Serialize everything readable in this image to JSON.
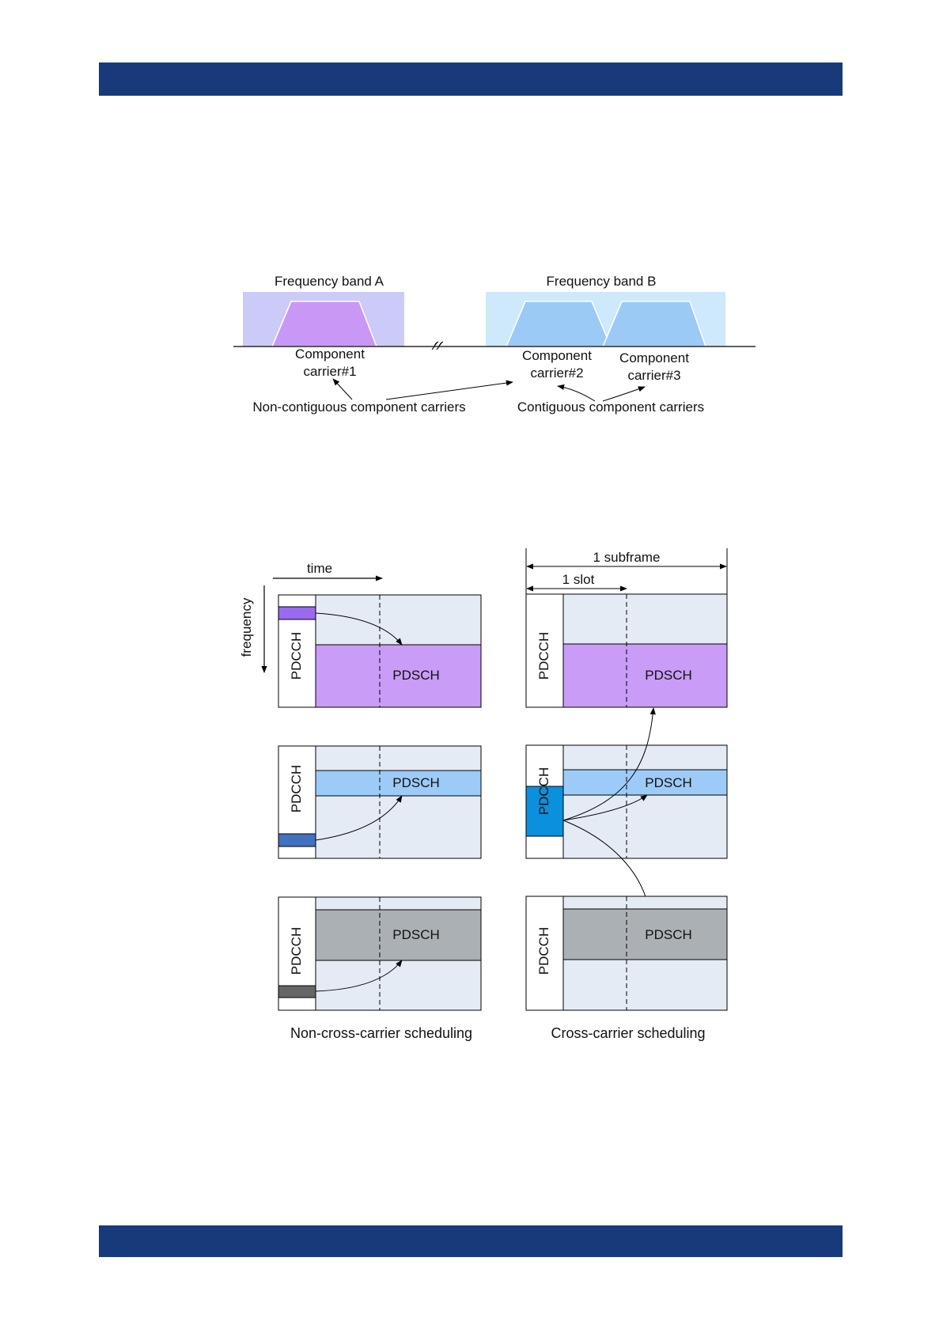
{
  "page": {
    "header_color": "#173a7a",
    "footer_color": "#173a7a"
  },
  "figure1": {
    "band_a": "Frequency band A",
    "band_b": "Frequency band B",
    "cc1": [
      "Component",
      "carrier#1"
    ],
    "cc2": [
      "Component",
      "carrier#2"
    ],
    "cc3": [
      "Component",
      "carrier#3"
    ],
    "noncontig": "Non-contiguous component carriers",
    "contig": "Contiguous component carriers",
    "colors": {
      "band_a_bg": "#cccbf7",
      "cc1": "#c998f7",
      "band_b_bg": "#cde9fb",
      "cc23": "#9bcaf7"
    }
  },
  "figure2": {
    "time": "time",
    "frequency": "frequency",
    "subframe": "1 subframe",
    "slot": "1 slot",
    "pdcch": "PDCCH",
    "pdsch": "PDSCH",
    "caption_left": "Non-cross-carrier scheduling",
    "caption_right": "Cross-carrier scheduling",
    "colors": {
      "grid_bg": "#e5ebf4",
      "pdsch_purple": "#c89cf7",
      "pdsch_blue": "#9dcbf7",
      "pdsch_gray": "#abb0b4",
      "ctrl_purple": "#9a6af1",
      "ctrl_blue": "#4271c0",
      "ctrl_gray": "#666666",
      "ctrl_cross": "#0b90dd"
    }
  }
}
